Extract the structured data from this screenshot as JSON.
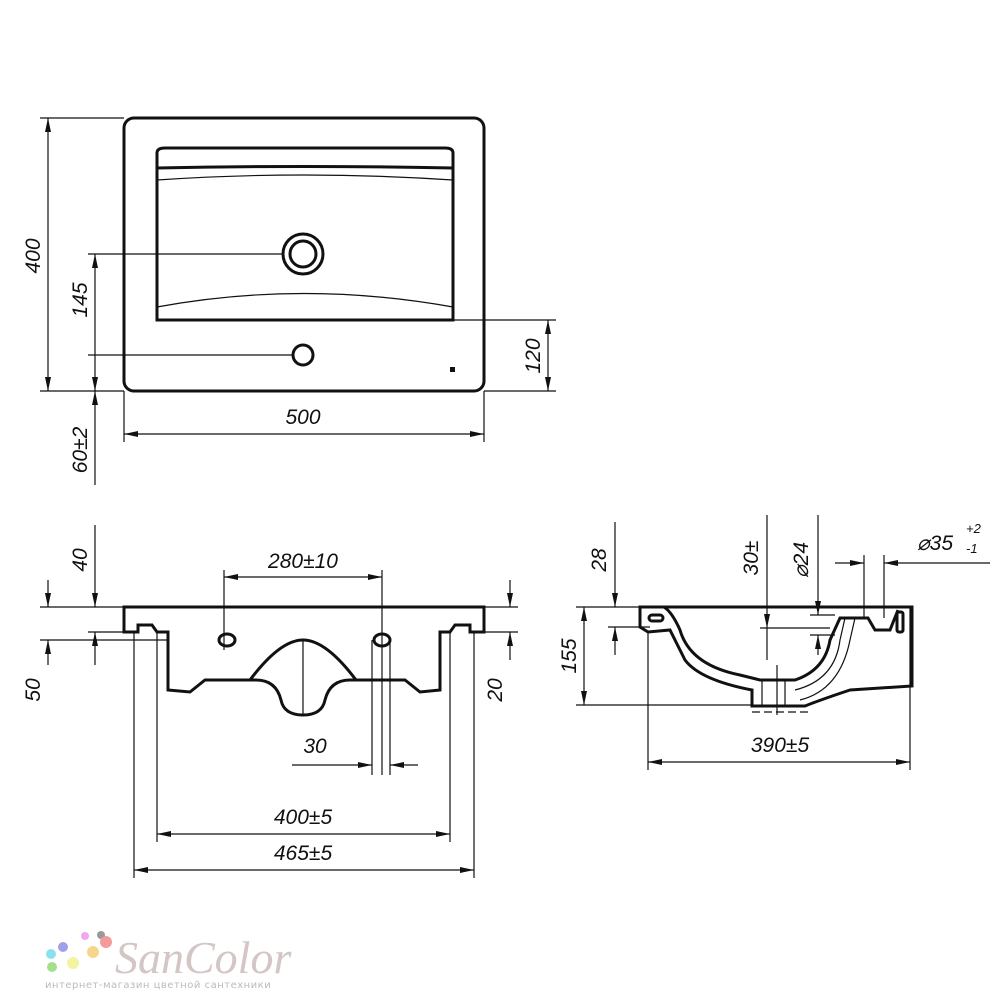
{
  "top_view": {
    "dims": {
      "height": "400",
      "drain_offset": "145",
      "overflow_offset": "120",
      "width": "500",
      "mount_offset": "60±2"
    }
  },
  "front_view": {
    "dims": {
      "slab": "40",
      "hole_spacing": "280±10",
      "left_height": "50",
      "right_height": "20",
      "hole_dia": "30",
      "inner_width": "400±5",
      "outer_width": "465±5"
    }
  },
  "side_view": {
    "dims": {
      "rim": "28",
      "depth": "30±",
      "overflow_dia": "⌀24",
      "tap_dia": "⌀35",
      "tap_tol_plus": "+2",
      "tap_tol_minus": "-1",
      "height": "155",
      "length": "390±5"
    }
  },
  "logo": {
    "name": "SanColor",
    "tagline": "интернет-магазин цветной сантехники",
    "dot_colors": [
      "#9fa0e8",
      "#f0a8f0",
      "#999999",
      "#f49a9a",
      "#8de0ee",
      "#f5d68c",
      "#a4e08a",
      "#f3f3a0"
    ]
  }
}
